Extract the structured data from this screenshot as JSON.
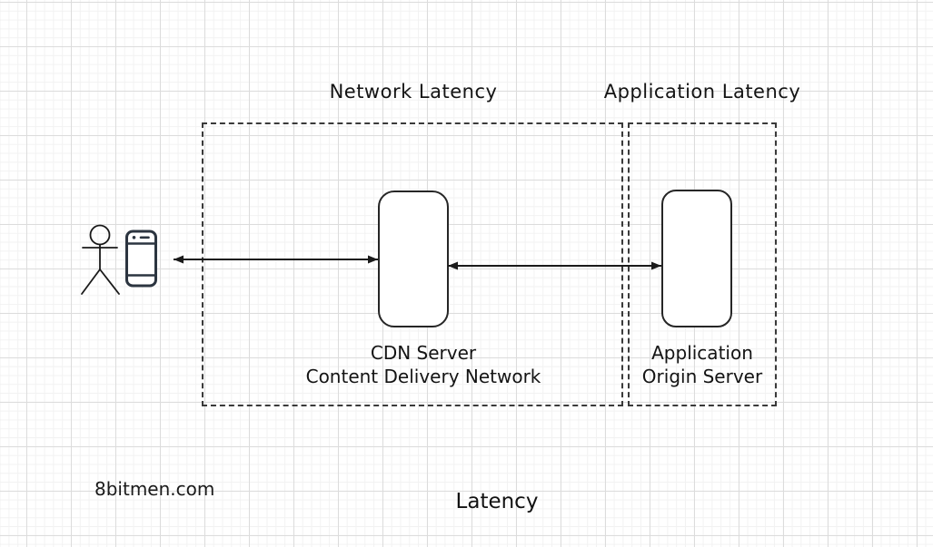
{
  "diagram": {
    "regions": {
      "network": {
        "title": "Network Latency"
      },
      "application": {
        "title": "Application Latency"
      }
    },
    "nodes": {
      "cdn": {
        "label_line1": "CDN Server",
        "label_line2": "Content Delivery Network"
      },
      "origin": {
        "label_line1": "Application",
        "label_line2": "Origin Server"
      }
    },
    "actors": {
      "user_icon": "stick-figure-person",
      "device_icon": "smartphone"
    },
    "connections": {
      "user_to_cdn": "bidirectional-arrow",
      "cdn_to_origin": "bidirectional-arrow"
    },
    "caption": "Latency",
    "watermark": "8bitmen.com",
    "colors": {
      "stroke": "#1a1a1a",
      "node_border": "#262626",
      "region_border": "#3a3a3a",
      "phone": "#2c3540",
      "grid_major": "#dcdcdc",
      "grid_minor": "#f2f2f2",
      "background": "#ffffff"
    }
  }
}
